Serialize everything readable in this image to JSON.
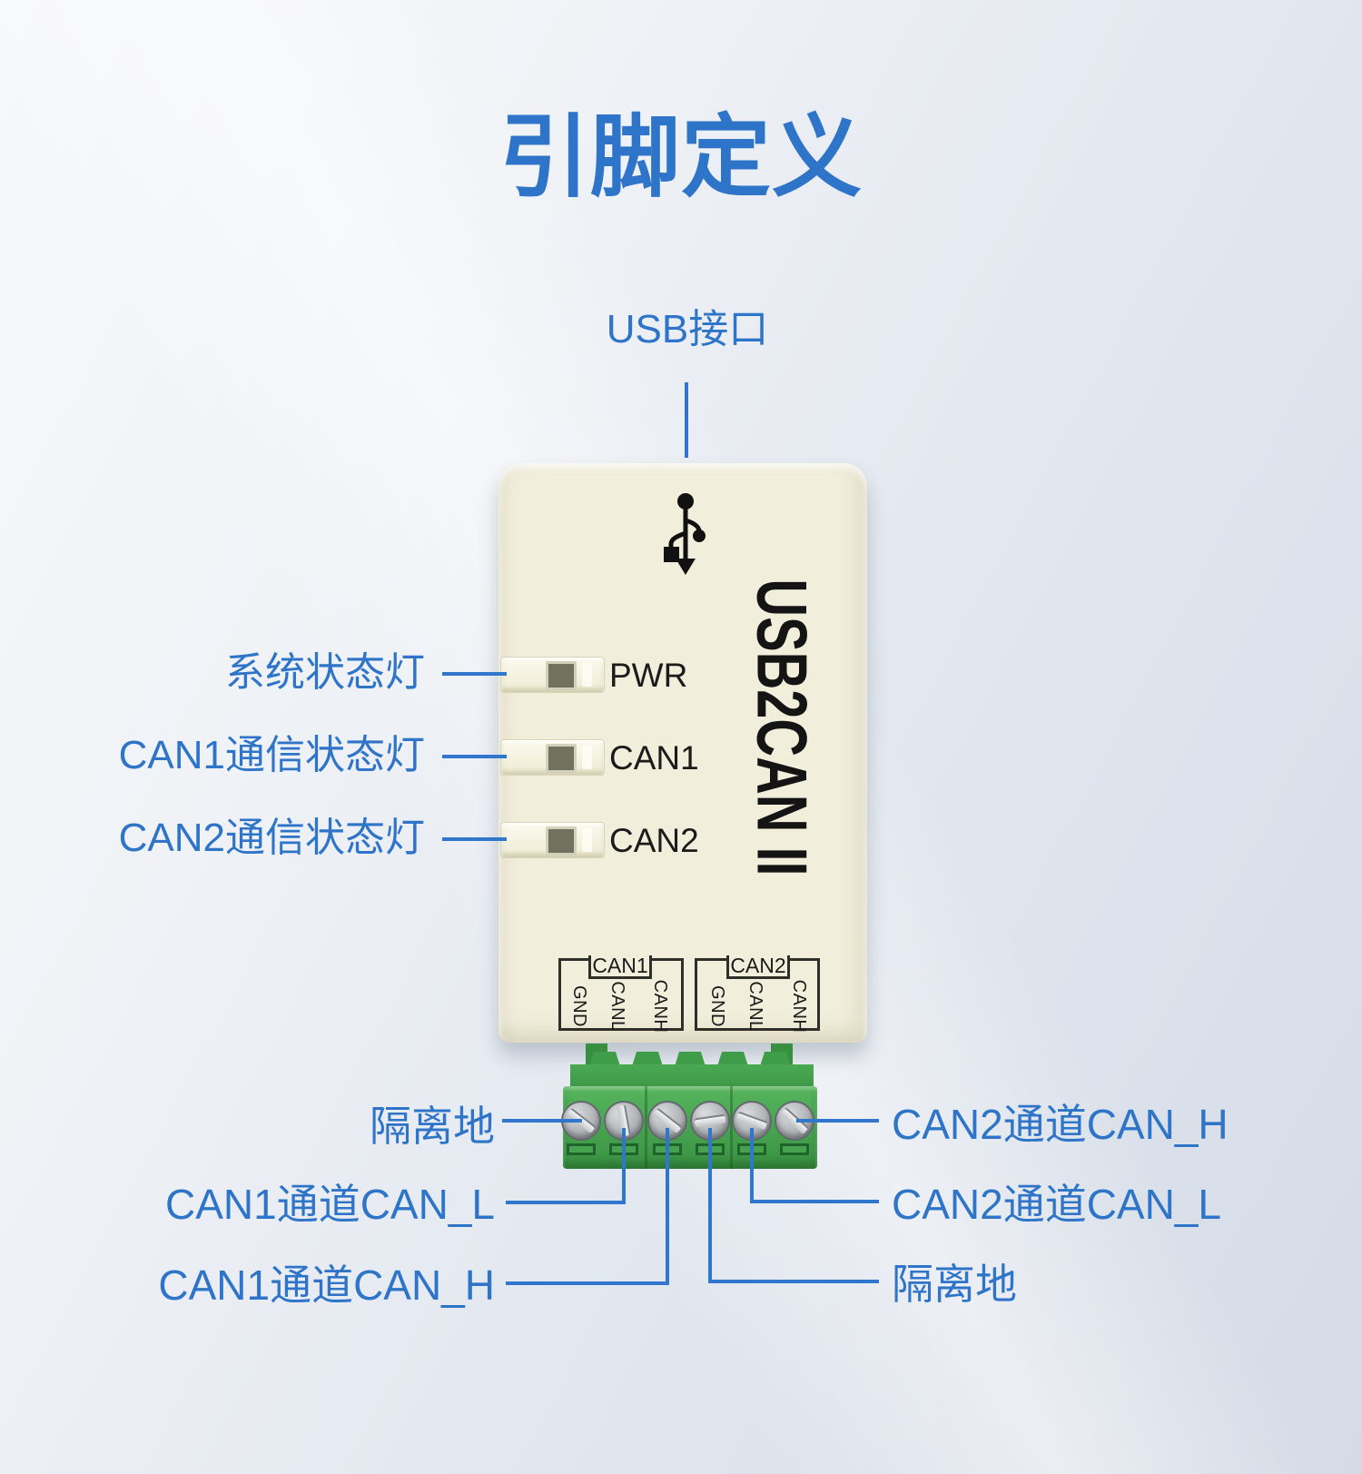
{
  "page": {
    "title": "引脚定义"
  },
  "colors": {
    "accent_blue": "#2e74c8",
    "device_body": "#f1eedb",
    "terminal_green": "#46a24e",
    "brand_text_color": "#141414"
  },
  "top_callout": {
    "label": "USB接口"
  },
  "device": {
    "brand": "USB2CAN II",
    "leds": [
      {
        "name": "PWR"
      },
      {
        "name": "CAN1"
      },
      {
        "name": "CAN2"
      }
    ],
    "ports": [
      {
        "name": "CAN1",
        "pins": [
          "GND",
          "CANL",
          "CANH"
        ]
      },
      {
        "name": "CAN2",
        "pins": [
          "GND",
          "CANL",
          "CANH"
        ]
      }
    ]
  },
  "led_callouts": [
    {
      "label": "系统状态灯",
      "points_to": "PWR"
    },
    {
      "label": "CAN1通信状态灯",
      "points_to": "CAN1"
    },
    {
      "label": "CAN2通信状态灯",
      "points_to": "CAN2"
    }
  ],
  "terminal_callouts": {
    "left": [
      {
        "label": "隔离地",
        "points_to": "CAN1 GND"
      },
      {
        "label": "CAN1通道CAN_L",
        "points_to": "CAN1 CANL"
      },
      {
        "label": "CAN1通道CAN_H",
        "points_to": "CAN1 CANH"
      }
    ],
    "right": [
      {
        "label": "CAN2通道CAN_H",
        "points_to": "CAN2 CANH"
      },
      {
        "label": "CAN2通道CAN_L",
        "points_to": "CAN2 CANL"
      },
      {
        "label": "隔离地",
        "points_to": "CAN2 GND"
      }
    ]
  }
}
